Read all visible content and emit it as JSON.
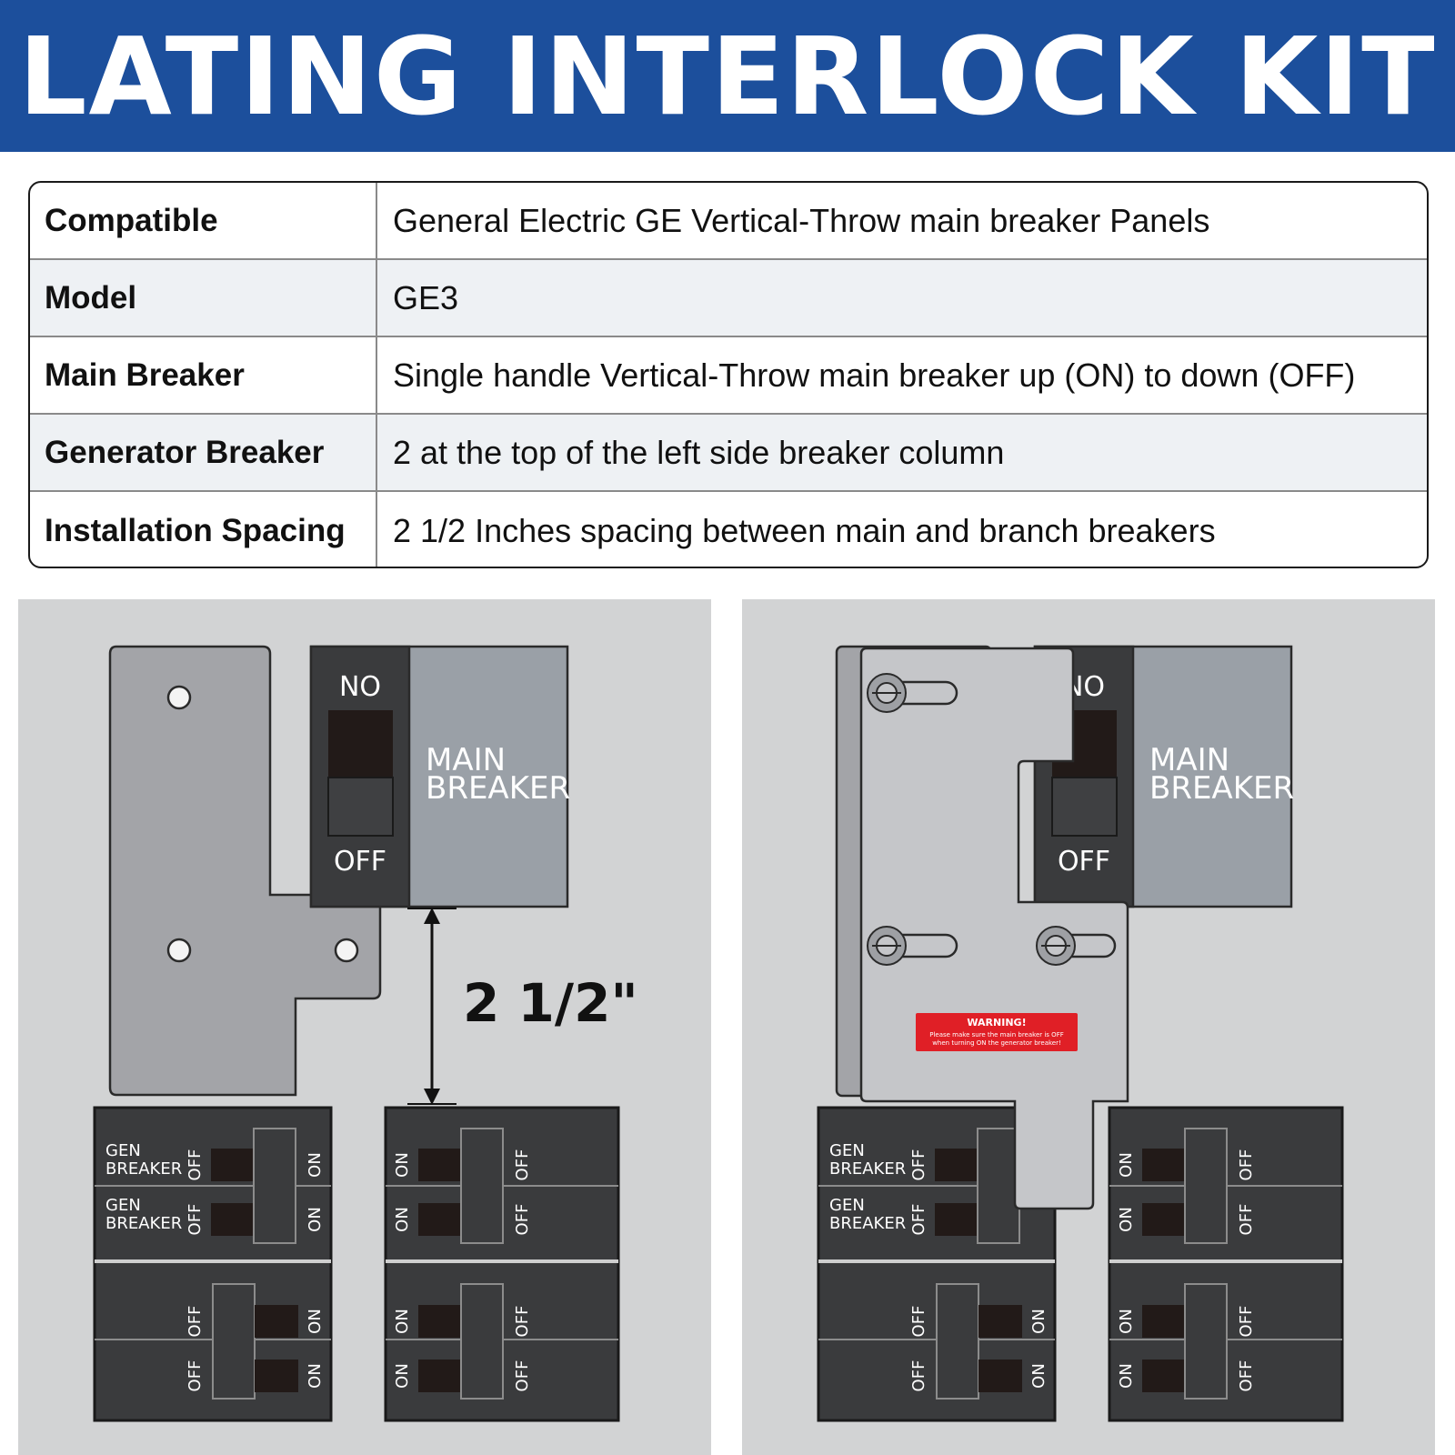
{
  "banner": {
    "title": "LATING INTERLOCK KIT"
  },
  "specs": [
    {
      "label": "Compatible",
      "value": "General Electric GE Vertical-Throw main breaker Panels"
    },
    {
      "label": "Model",
      "value": "GE3"
    },
    {
      "label": "Main Breaker",
      "value": "Single handle Vertical-Throw main breaker up (ON) to down (OFF)"
    },
    {
      "label": "Generator Breaker",
      "value": "2 at the top of the left side breaker column"
    },
    {
      "label": "Installation Spacing",
      "value": "2 1/2 Inches spacing between main and branch breakers"
    }
  ],
  "diagram": {
    "main_breaker_label_line1": "MAIN",
    "main_breaker_label_line2": "BREAKER",
    "handle_top_label": "NO",
    "handle_bottom_label": "OFF",
    "spacing_dimension": "2 1/2\"",
    "gen_label_line1": "GEN",
    "gen_label_line2": "BREAKER",
    "on_label": "ON",
    "off_label": "OFF",
    "warning_title": "WARNING!",
    "warning_line1": "Please make sure the main breaker is OFF",
    "warning_line2": "when turning ON the generator breaker!",
    "colors": {
      "banner_blue": "#1c4f9c",
      "breaker_dark": "#3a3b3d",
      "main_breaker_gray": "#9aa0a7",
      "interlock_plate": "#a3a4a8",
      "warning_red": "#e01f26"
    }
  }
}
